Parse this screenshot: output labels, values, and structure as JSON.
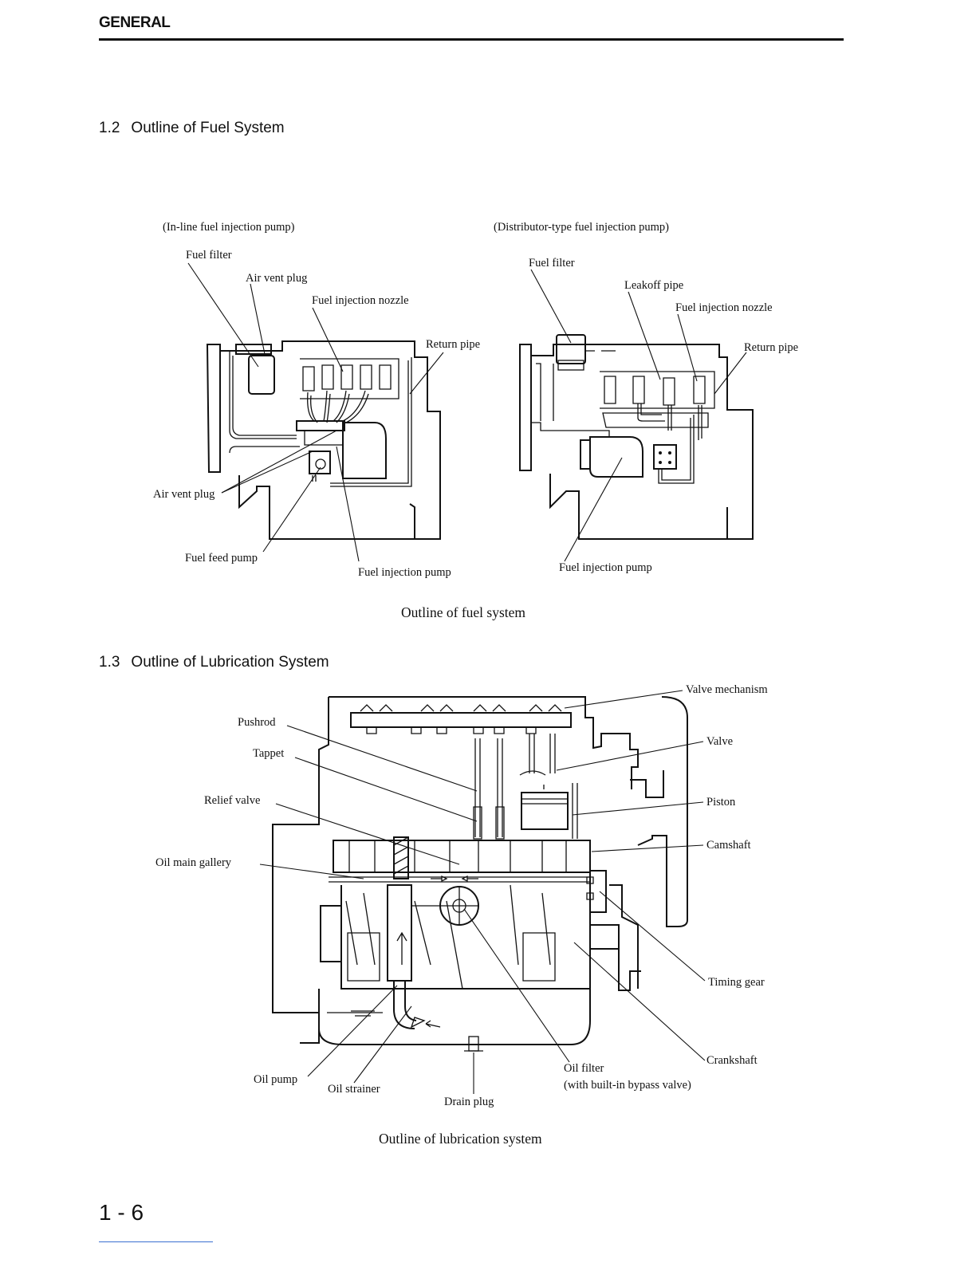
{
  "header": {
    "title": "GENERAL"
  },
  "fuel_section": {
    "number": "1.2",
    "title": "Outline of Fuel System",
    "inline": {
      "subtitle": "(In-line fuel injection pump)",
      "labels": {
        "fuel_filter": "Fuel filter",
        "air_vent_plug_top": "Air vent plug",
        "fuel_injection_nozzle": "Fuel injection nozzle",
        "return_pipe": "Return pipe",
        "air_vent_plug_left": "Air vent plug",
        "fuel_feed_pump": "Fuel feed pump",
        "fuel_injection_pump": "Fuel injection pump"
      }
    },
    "distributor": {
      "subtitle": "(Distributor-type fuel injection pump)",
      "labels": {
        "fuel_filter": "Fuel filter",
        "leakoff_pipe": "Leakoff pipe",
        "fuel_injection_nozzle": "Fuel injection nozzle",
        "return_pipe": "Return pipe",
        "fuel_injection_pump": "Fuel injection pump"
      }
    },
    "caption": "Outline of fuel system"
  },
  "lube_section": {
    "number": "1.3",
    "title": "Outline of Lubrication System",
    "labels": {
      "valve_mechanism": "Valve mechanism",
      "pushrod": "Pushrod",
      "valve": "Valve",
      "tappet": "Tappet",
      "relief_valve": "Relief valve",
      "piston": "Piston",
      "camshaft": "Camshaft",
      "oil_main_gallery": "Oil main gallery",
      "timing_gear": "Timing gear",
      "crankshaft": "Crankshaft",
      "oil_filter": "Oil filter",
      "oil_filter_note": "(with built-in bypass valve)",
      "oil_pump": "Oil pump",
      "oil_strainer": "Oil strainer",
      "drain_plug": "Drain plug"
    },
    "caption": "Outline of lubrication system"
  },
  "footer": {
    "page_number": "1 - 6"
  }
}
